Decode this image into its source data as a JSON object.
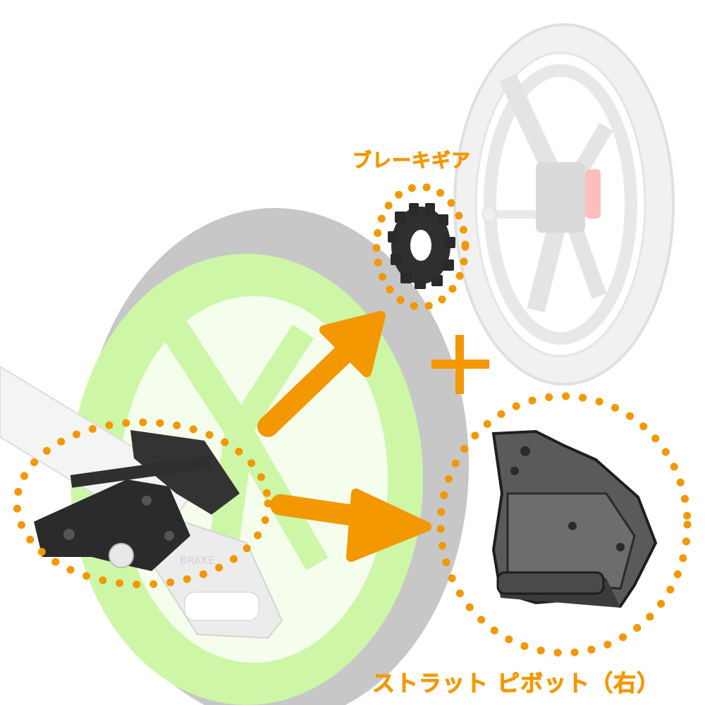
{
  "labels": {
    "brake_gear": "ブレーキギア",
    "strut_pivot": "ストラット ピボット（右）",
    "plus": "+",
    "wheel_stamp": "BRAKE"
  },
  "colors": {
    "accent_orange": "#f39800",
    "wheel_lime": "#cdf7a6",
    "tire_gray": "#b8b8b8",
    "faded_wheel": "#e8e8e8",
    "part_black": "#2b2b2b",
    "gear_red": "#ff8a8a"
  },
  "icons": {
    "arrow_upper": "arrow-up-right-icon",
    "arrow_lower": "arrow-right-icon",
    "plus": "plus-icon"
  }
}
